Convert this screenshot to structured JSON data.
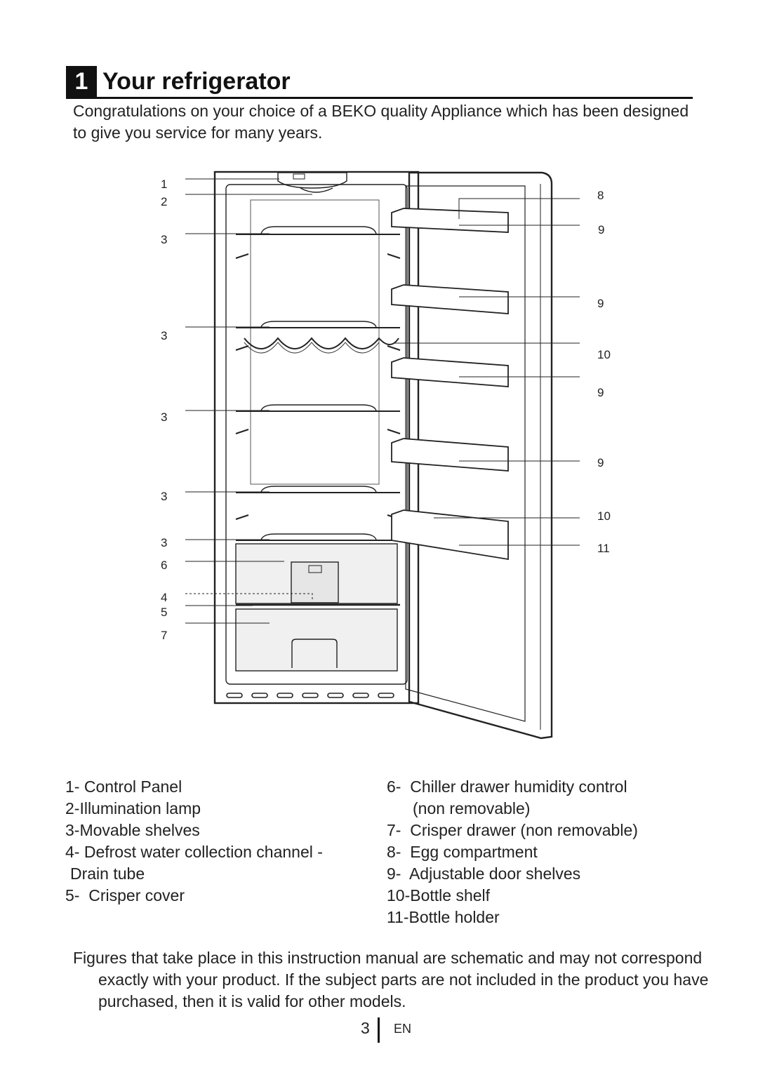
{
  "heading": {
    "number": "1",
    "title": "Your refrigerator"
  },
  "intro": "Congratulations on your choice of a BEKO quality Appliance which has been designed to give you service for many years.",
  "diagram": {
    "callouts_left": [
      "1",
      "2",
      "3",
      "3",
      "3",
      "3",
      "3",
      "6",
      "4",
      "5",
      "7"
    ],
    "callouts_right": [
      "8",
      "9",
      "9",
      "10",
      "9",
      "9",
      "10",
      "11"
    ]
  },
  "legend": {
    "left": [
      "1- Control Panel",
      "2-Illumination lamp",
      "3-Movable shelves",
      "4- Defrost water collection channel -",
      "Drain tube",
      "5-  Crisper cover"
    ],
    "right": [
      "6-  Chiller drawer humidity control",
      "(non removable)",
      "7-  Crisper drawer (non removable)",
      "8-  Egg compartment",
      "9-  Adjustable door shelves",
      "10-Bottle shelf",
      "11-Bottle holder"
    ]
  },
  "note": "Figures that take place in this instruction manual are schematic and may not correspond exactly with your product. If the subject parts are not included in the product you have purchased, then it is valid for other models.",
  "footer": {
    "page": "3",
    "lang": "EN"
  }
}
